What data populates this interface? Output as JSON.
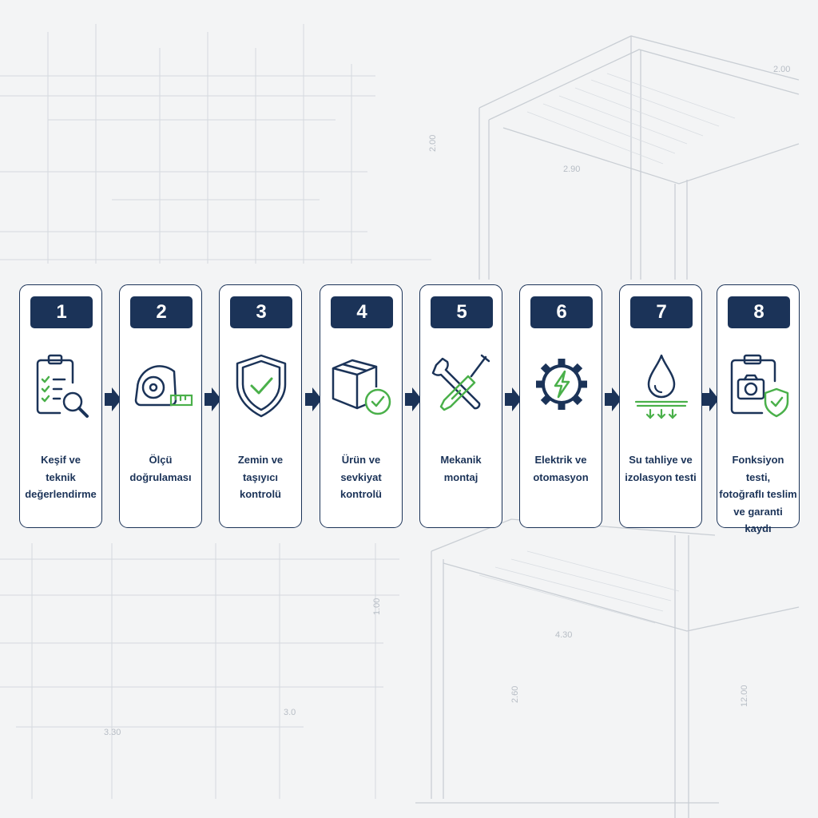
{
  "colors": {
    "navy": "#1b3358",
    "green": "#4ab04a",
    "card_bg": "#ffffff",
    "background": "#f3f4f5"
  },
  "background": {
    "dimensions": [
      "2.00",
      "2.90",
      "2.00",
      "4.30",
      "3.30",
      "3.0",
      "2.60",
      "12.00",
      "1.00"
    ]
  },
  "steps": [
    {
      "number": "1",
      "icon": "clipboard-search-icon",
      "lines": [
        "Keşif ve",
        "teknik",
        "değerlendirme"
      ]
    },
    {
      "number": "2",
      "icon": "tape-measure-icon",
      "lines": [
        "Ölçü",
        "doğrulaması"
      ]
    },
    {
      "number": "3",
      "icon": "shield-check-icon",
      "lines": [
        "Zemin ve",
        "taşıyıcı",
        "kontrolü"
      ]
    },
    {
      "number": "4",
      "icon": "box-check-icon",
      "lines": [
        "Ürün ve",
        "sevkiyat",
        "kontrolü"
      ]
    },
    {
      "number": "5",
      "icon": "wrench-screwdriver-icon",
      "lines": [
        "Mekanik",
        "montaj"
      ]
    },
    {
      "number": "6",
      "icon": "gear-lightning-icon",
      "lines": [
        "Elektrik ve",
        "otomasyon"
      ]
    },
    {
      "number": "7",
      "icon": "water-drop-icon",
      "lines": [
        "Su tahliye ve",
        "izolasyon testi"
      ]
    },
    {
      "number": "8",
      "icon": "camera-shield-icon",
      "lines": [
        "Fonksiyon testi,",
        "fotoğraflı teslim",
        "ve garanti kaydı"
      ]
    }
  ]
}
